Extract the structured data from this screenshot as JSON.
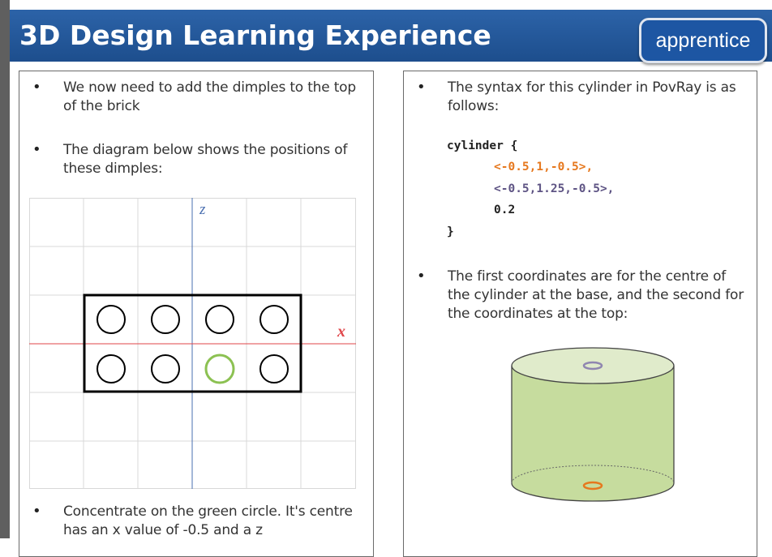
{
  "header": {
    "title": "3D Design Learning Experience",
    "badge": "apprentice"
  },
  "left_panel": {
    "bullets": [
      "We now need to add the dimples to the top of the brick",
      "The diagram below shows the positions of these dimples:",
      "Concentrate on the green circle. It's centre has an x value of -0.5 and a z"
    ],
    "diagram": {
      "z_label": "z",
      "x_label": "x"
    }
  },
  "right_panel": {
    "bullets": [
      "The syntax for this cylinder in PovRay is as follows:",
      "The  first coordinates are for the centre of the cylinder at the base, and the second for the coordinates at the top:"
    ],
    "code": {
      "keyword": "cylinder {",
      "base_coord": "<-0.5,1,-0.5>,",
      "top_coord": "<-0.5,1.25,-0.5>,",
      "radius": "0.2",
      "closing": "}"
    }
  },
  "colors": {
    "header_blue": "#1d4e8d",
    "green_circle": "#8cc152",
    "base_coord": "#e6781e",
    "top_coord": "#5e5484",
    "x_axis": "#e0464a",
    "z_axis": "#4a6fb0",
    "cylinder_fill": "#c6dc9e"
  }
}
